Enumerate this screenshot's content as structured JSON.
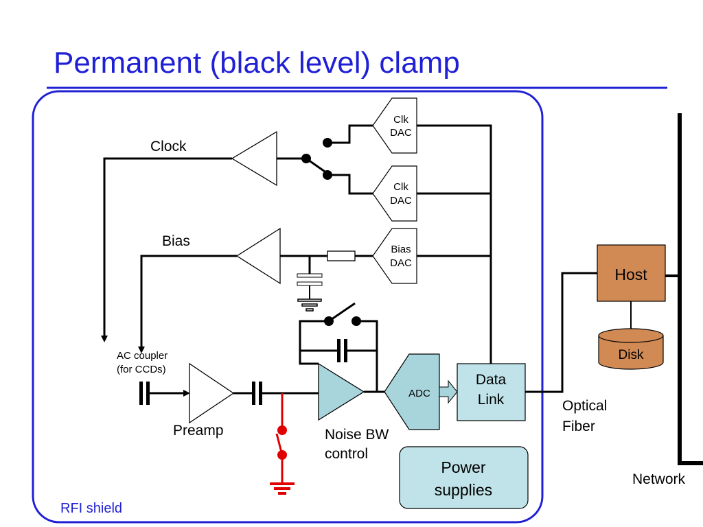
{
  "slide": {
    "title": "Permanent (black level) clamp",
    "title_color": "#1f1fd6",
    "accent_color": "#1f1fd6"
  },
  "labels": {
    "clock": "Clock",
    "bias": "Bias",
    "ac_coupler": [
      "AC coupler",
      "(for CCDs)"
    ],
    "preamp": "Preamp",
    "noise_bw": [
      "Noise BW",
      "control"
    ],
    "optical_fiber": [
      "Optical",
      "Fiber"
    ],
    "network": "Network",
    "rfi_shield": "RFI shield"
  },
  "dacs": {
    "clk_dac_1": [
      "Clk",
      "DAC"
    ],
    "clk_dac_2": [
      "Clk",
      "DAC"
    ],
    "bias_dac": [
      "Bias",
      "DAC"
    ]
  },
  "blocks": {
    "adc": "ADC",
    "data_link": [
      "Data",
      "Link"
    ],
    "host": "Host",
    "disk": "Disk",
    "power_supplies": [
      "Power",
      "supplies"
    ]
  },
  "colors": {
    "wire": "#000000",
    "clamp_switch": "#e00000",
    "amp_fill": "#a8d5dc",
    "box_fill": "#bfe3e8",
    "host_fill": "#d28a55",
    "disk_fill": "#d28a55"
  }
}
